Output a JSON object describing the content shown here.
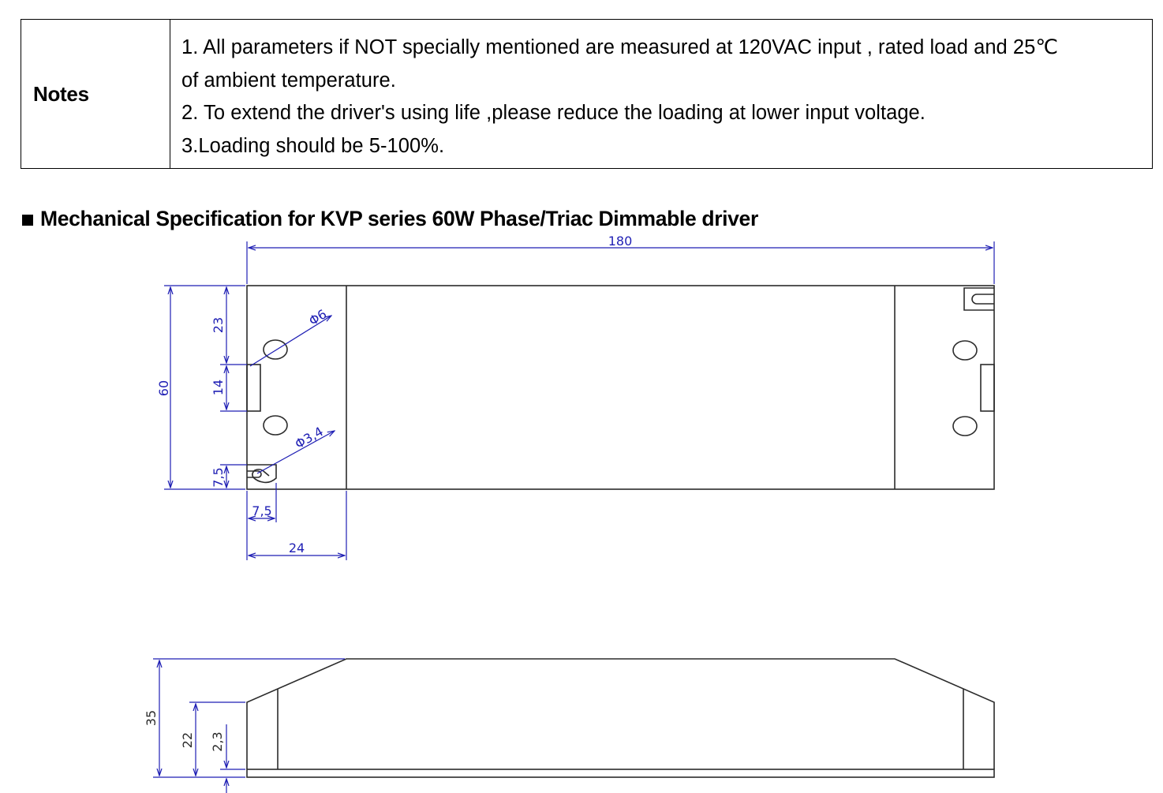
{
  "notes": {
    "label": "Notes",
    "lines": [
      "1. All parameters if NOT specially mentioned are measured at 120VAC input , rated load and 25℃",
      "of ambient temperature.",
      "2. To extend the driver's using life ,please reduce the loading at lower input voltage.",
      "3.Loading should be 5-100%."
    ]
  },
  "section": {
    "title": "Mechanical Specification for KVP series 60W Phase/Triac Dimmable driver"
  },
  "drawing": {
    "top_view": {
      "length": "180",
      "height": "60",
      "hole_offset": "23",
      "terminal_height": "14",
      "slot_offset": "7,5",
      "slot_width": "7,5",
      "end_cap_length": "24",
      "big_hole_diameter": "Φ6",
      "small_hole_diameter": "Φ3,4"
    },
    "side_view": {
      "total_height": "35",
      "body_height": "22",
      "base_thickness": "2,3"
    },
    "colors": {
      "outline": "#2b2b2b",
      "dimension": "#1f1fb4"
    }
  }
}
